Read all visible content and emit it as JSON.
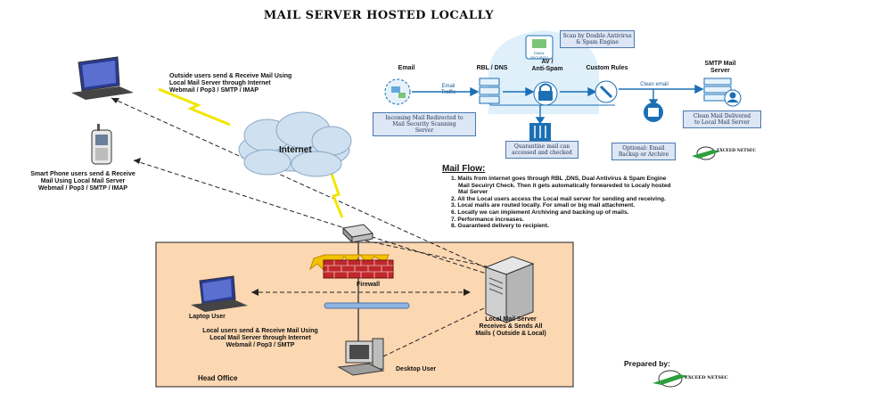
{
  "title": "MAIL SERVER HOSTED LOCALLY",
  "internet_label": "Internet",
  "outside_users_text": [
    "Outside users send & Receive Mail Using",
    "Local Mail Server  through Internet",
    "Webmail / Pop3 / SMTP / IMAP"
  ],
  "smartphone_text": [
    "Smart Phone users send & Receive",
    "Mail Using Local Mail Server",
    "Webmail / Pop3 / SMTP / IMAP"
  ],
  "firewall_label": "Firewall",
  "laptop_user_label": "Laptop User",
  "local_users_text": [
    "Local users send & Receive Mail Using",
    "Local Mail Server  through Internet",
    "Webmail / Pop3 / SMTP"
  ],
  "local_server_text": [
    "Local Mail Server",
    "Receives & Sends All",
    "Mails ( Outside & Local)"
  ],
  "desktop_user_label": "Desktop  User",
  "head_office_label": "Head Office",
  "prepared_by_label": "Prepared by:",
  "logo_text": "EXCEED NETSEC",
  "flow": {
    "heading": "Mail Flow:",
    "items": [
      "1. Mails from internet goes through RBL ,DNS, Dual Antivirus & Spam Engine",
      "    Mail Secuiryt Check. Then it gets automatically forwareded to Localy hosted",
      "    Mal Server",
      "2. All the Local users  access the Local mail server for sending and receiving.",
      "3.  Local mails are routed locally.  For small or big mail attachment.",
      "6. Locally we can implement Archiving and backing up of mails.",
      "7. Performance increases.",
      "8. Guaranteed delivery to recipient."
    ]
  },
  "process": {
    "scan_box": [
      "Scan by Double Antivirus",
      "& Spam Engine"
    ],
    "steps": {
      "email": "Email",
      "rbl": "RBL / DNS",
      "av": [
        "AV /",
        "Anti-Spam"
      ],
      "rules": "Custom Rules",
      "smtp": [
        "SMTP Mail",
        "Server"
      ]
    },
    "email_traffic": [
      "Email",
      "Traffic"
    ],
    "clean_email": "Clean email",
    "incoming_box": [
      "Incoming Mail Redirected to",
      "Mail Security Scanning",
      "Server"
    ],
    "quarantine_box": [
      "Quarantine mail can",
      "accessed and checked"
    ],
    "optional_box": [
      "Optional: Email",
      "Backup or Archive"
    ],
    "clean_box": [
      "Clean Mail Delivered",
      "to Local Mail Server"
    ],
    "mail_security_icon": [
      "EMAIL",
      "SECURITY"
    ]
  },
  "colors": {
    "office_bg": "#fbd7b2",
    "blue_box": "#dce6f4",
    "accent_blue": "#1b6fb5",
    "firewall_red": "#c0282b",
    "lightning": "#f2e600"
  },
  "icons": [
    "laptop-icon",
    "smartphone-icon",
    "cloud-icon",
    "router-icon",
    "firewall-icon",
    "server-icon",
    "desktop-icon",
    "globe-icon",
    "lock-icon",
    "wrench-icon",
    "archive-icon",
    "quarantine-icon",
    "user-server-icon"
  ]
}
